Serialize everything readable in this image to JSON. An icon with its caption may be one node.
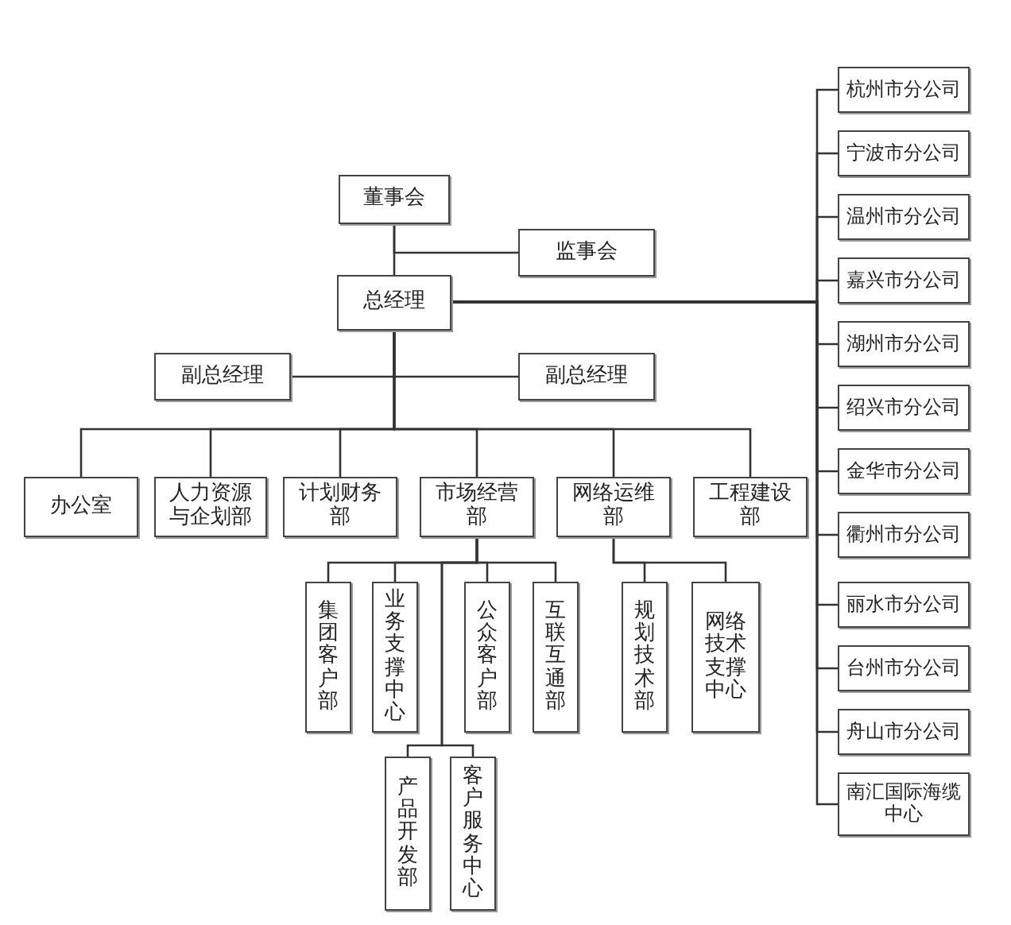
{
  "diagram": {
    "nodes": [
      {
        "text": [
          "董事会"
        ]
      },
      {
        "text": [
          "监事会"
        ]
      },
      {
        "text": [
          "总经理"
        ]
      },
      {
        "text": [
          "副总经理"
        ]
      },
      {
        "text": [
          "副总经理"
        ]
      },
      {
        "text": [
          "办公室"
        ]
      },
      {
        "text": [
          "人力资源与企划部"
        ]
      },
      {
        "text": [
          "计划财务部"
        ]
      },
      {
        "text": [
          "市场经营部"
        ]
      },
      {
        "text": [
          "网络运维部"
        ]
      },
      {
        "text": [
          "工程建设部"
        ]
      },
      {
        "text": [
          "集团客户部"
        ]
      },
      {
        "text": [
          "业务支撑中心"
        ]
      },
      {
        "text": [
          "公众客户部"
        ]
      },
      {
        "text": [
          "互联互通部"
        ]
      },
      {
        "text": [
          "规划技术部"
        ]
      },
      {
        "text": [
          "网络技术支撑中心"
        ]
      },
      {
        "text": [
          "产品开发部"
        ]
      },
      {
        "text": [
          "客户服务中心"
        ]
      },
      {
        "text": [
          "杭州市分公司"
        ]
      },
      {
        "text": [
          "宁波市分公司"
        ]
      },
      {
        "text": [
          "温州市分公司"
        ]
      },
      {
        "text": [
          "嘉兴市分公司"
        ]
      },
      {
        "text": [
          "湖州市分公司"
        ]
      },
      {
        "text": [
          "绍兴市分公司"
        ]
      },
      {
        "text": [
          "金华市分公司"
        ]
      },
      {
        "text": [
          "衢州市分公司"
        ]
      },
      {
        "text": [
          "丽水市分公司"
        ]
      },
      {
        "text": [
          "台州市分公司"
        ]
      },
      {
        "text": [
          "舟山市分公司"
        ]
      },
      {
        "text": [
          "南汇国际海缆中心"
        ]
      }
    ],
    "edges": [
      {
        "from": 0,
        "to": 1,
        "arrow": "none"
      },
      {
        "from": 0,
        "to": 2,
        "arrow": "none"
      },
      {
        "from": 2,
        "to": 3,
        "arrow": "none"
      },
      {
        "from": 2,
        "to": 4,
        "arrow": "none"
      },
      {
        "from": 2,
        "to": 5,
        "arrow": "none"
      },
      {
        "from": 2,
        "to": 6,
        "arrow": "none"
      },
      {
        "from": 2,
        "to": 7,
        "arrow": "none"
      },
      {
        "from": 2,
        "to": 8,
        "arrow": "none"
      },
      {
        "from": 2,
        "to": 9,
        "arrow": "none"
      },
      {
        "from": 2,
        "to": 10,
        "arrow": "none"
      },
      {
        "from": 8,
        "to": 11,
        "arrow": "none"
      },
      {
        "from": 8,
        "to": 12,
        "arrow": "none"
      },
      {
        "from": 8,
        "to": 13,
        "arrow": "none"
      },
      {
        "from": 8,
        "to": 14,
        "arrow": "none"
      },
      {
        "from": 8,
        "to": 17,
        "arrow": "none"
      },
      {
        "from": 8,
        "to": 18,
        "arrow": "none"
      },
      {
        "from": 9,
        "to": 15,
        "arrow": "none"
      },
      {
        "from": 9,
        "to": 16,
        "arrow": "none"
      },
      {
        "from": 2,
        "to": 19,
        "arrow": "none"
      },
      {
        "from": 2,
        "to": 20,
        "arrow": "none"
      },
      {
        "from": 2,
        "to": 21,
        "arrow": "none"
      },
      {
        "from": 2,
        "to": 22,
        "arrow": "none"
      },
      {
        "from": 2,
        "to": 23,
        "arrow": "none"
      },
      {
        "from": 2,
        "to": 24,
        "arrow": "none"
      },
      {
        "from": 2,
        "to": 25,
        "arrow": "none"
      },
      {
        "from": 2,
        "to": 26,
        "arrow": "none"
      },
      {
        "from": 2,
        "to": 27,
        "arrow": "none"
      },
      {
        "from": 2,
        "to": 28,
        "arrow": "none"
      },
      {
        "from": 2,
        "to": 29,
        "arrow": "none"
      },
      {
        "from": 2,
        "to": 30,
        "arrow": "none"
      }
    ]
  }
}
